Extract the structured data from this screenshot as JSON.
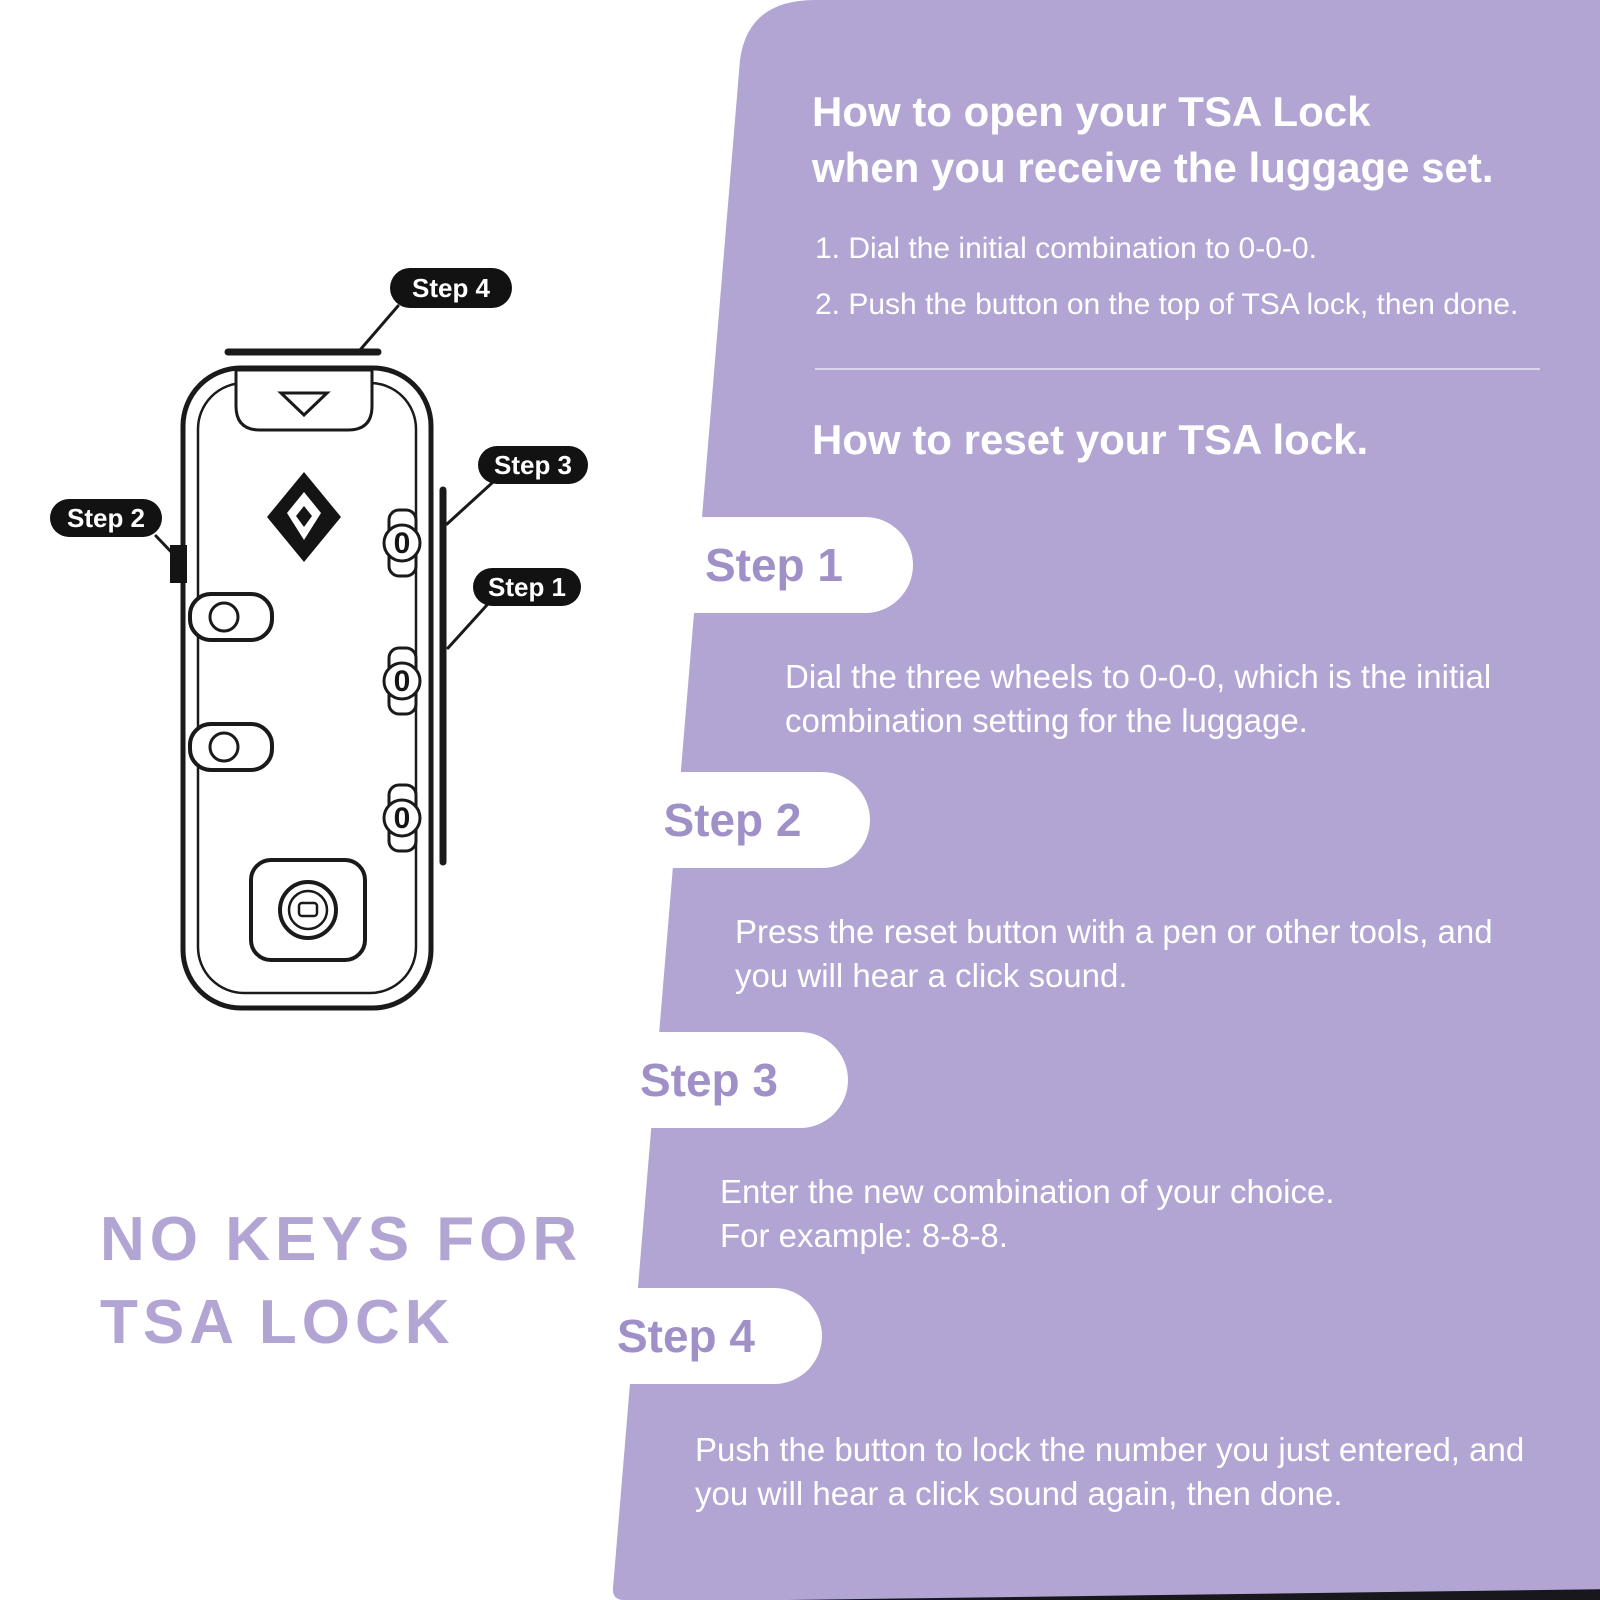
{
  "colors": {
    "panel_purple": "#b2a4d3",
    "tab_text_purple": "#a090c8",
    "callout_black": "#121212",
    "body_text_white": "#ffffff"
  },
  "right_panel": {
    "open_title_line1": "How to open your TSA Lock",
    "open_title_line2": "when you receive the luggage set.",
    "open_instructions": [
      "1. Dial the initial combination to 0-0-0.",
      "2. Push the button on the top of TSA lock, then done."
    ],
    "reset_title": "How to reset your TSA lock.",
    "steps": [
      {
        "label": "Step 1",
        "text": "Dial the three wheels to 0-0-0, which is the initial combination setting for the luggage."
      },
      {
        "label": "Step 2",
        "text": "Press the reset button with a pen or other tools, and you will hear a click sound."
      },
      {
        "label": "Step 3",
        "text": "Enter the new combination of your choice.\nFor example: 8-8-8."
      },
      {
        "label": "Step 4",
        "text": "Push the button to lock the number you just entered, and you will hear a click sound again, then done."
      }
    ]
  },
  "diagram": {
    "callout_step1": "Step 1",
    "callout_step2": "Step 2",
    "callout_step3": "Step 3",
    "callout_step4": "Step 4",
    "wheel_digits": [
      "0",
      "0",
      "0"
    ]
  },
  "tagline_line1": "NO KEYS FOR",
  "tagline_line2": "TSA LOCK"
}
